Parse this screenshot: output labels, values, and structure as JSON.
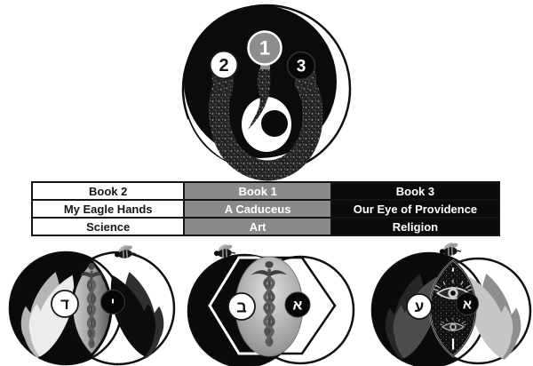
{
  "top_symbol": {
    "description": "yin-yang circle with textured shin glyph and three numbered markers",
    "badges": {
      "left": {
        "label": "2",
        "fill": "#ffffff",
        "text_color": "#141414"
      },
      "center": {
        "label": "1",
        "fill": "#8d8d8d",
        "text_color": "#ffffff"
      },
      "right": {
        "label": "3",
        "fill": "#070707",
        "text_color": "#ffffff"
      }
    }
  },
  "table": {
    "columns": [
      {
        "style": "light",
        "bg": "#ffffff",
        "text_color": "#161616",
        "rows": [
          "Book 2",
          "My Eagle Hands",
          "Science"
        ]
      },
      {
        "style": "gray",
        "bg": "#8a8a8a",
        "text_color": "#ffffff",
        "rows": [
          "Book 1",
          "A Caduceus",
          "Art"
        ]
      },
      {
        "style": "dark",
        "bg": "#0a0a0a",
        "text_color": "#ffffff",
        "rows": [
          "Book 3",
          "Our Eye of Providence",
          "Religion"
        ]
      }
    ]
  },
  "venn_diagrams": [
    {
      "topic": "Science",
      "left_letter": "ד",
      "right_letter": "י",
      "center_icon": "caduceus",
      "side_icons": "praying-hands",
      "marker_icon": "bee"
    },
    {
      "topic": "Art",
      "left_letter": "ב",
      "right_letter": "א",
      "center_icon": "caduceus-in-hexagon",
      "marker_icon": "bee"
    },
    {
      "topic": "Religion",
      "left_letter": "ע",
      "right_letter": "א",
      "lens_top_letter": "י",
      "lens_bottom_letter": "ן",
      "center_icon": "eye-of-providence",
      "side_icons": "praying-hands",
      "marker_icon": "bee"
    }
  ],
  "colors": {
    "background": "#ffffff",
    "ink": "#0c0c0c",
    "table_gray": "#8a8a8a",
    "badge_gray": "#8d8d8d",
    "lens_gray": "#9b9b9b"
  }
}
